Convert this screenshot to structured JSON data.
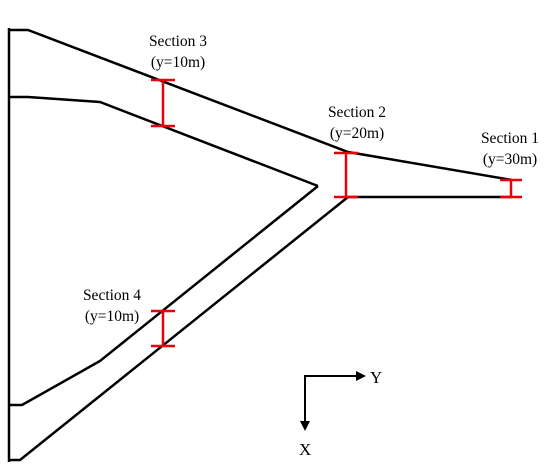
{
  "sections": [
    {
      "name": "Section 1",
      "position": "(y=30m)"
    },
    {
      "name": "Section 2",
      "position": "(y=20m)"
    },
    {
      "name": "Section 3",
      "position": "(y=10m)"
    },
    {
      "name": "Section 4",
      "position": "(y=10m)"
    }
  ],
  "axes": {
    "horizontal": "Y",
    "vertical": "X"
  },
  "colors": {
    "outline": "#000000",
    "section_marker": "#e8000b"
  }
}
